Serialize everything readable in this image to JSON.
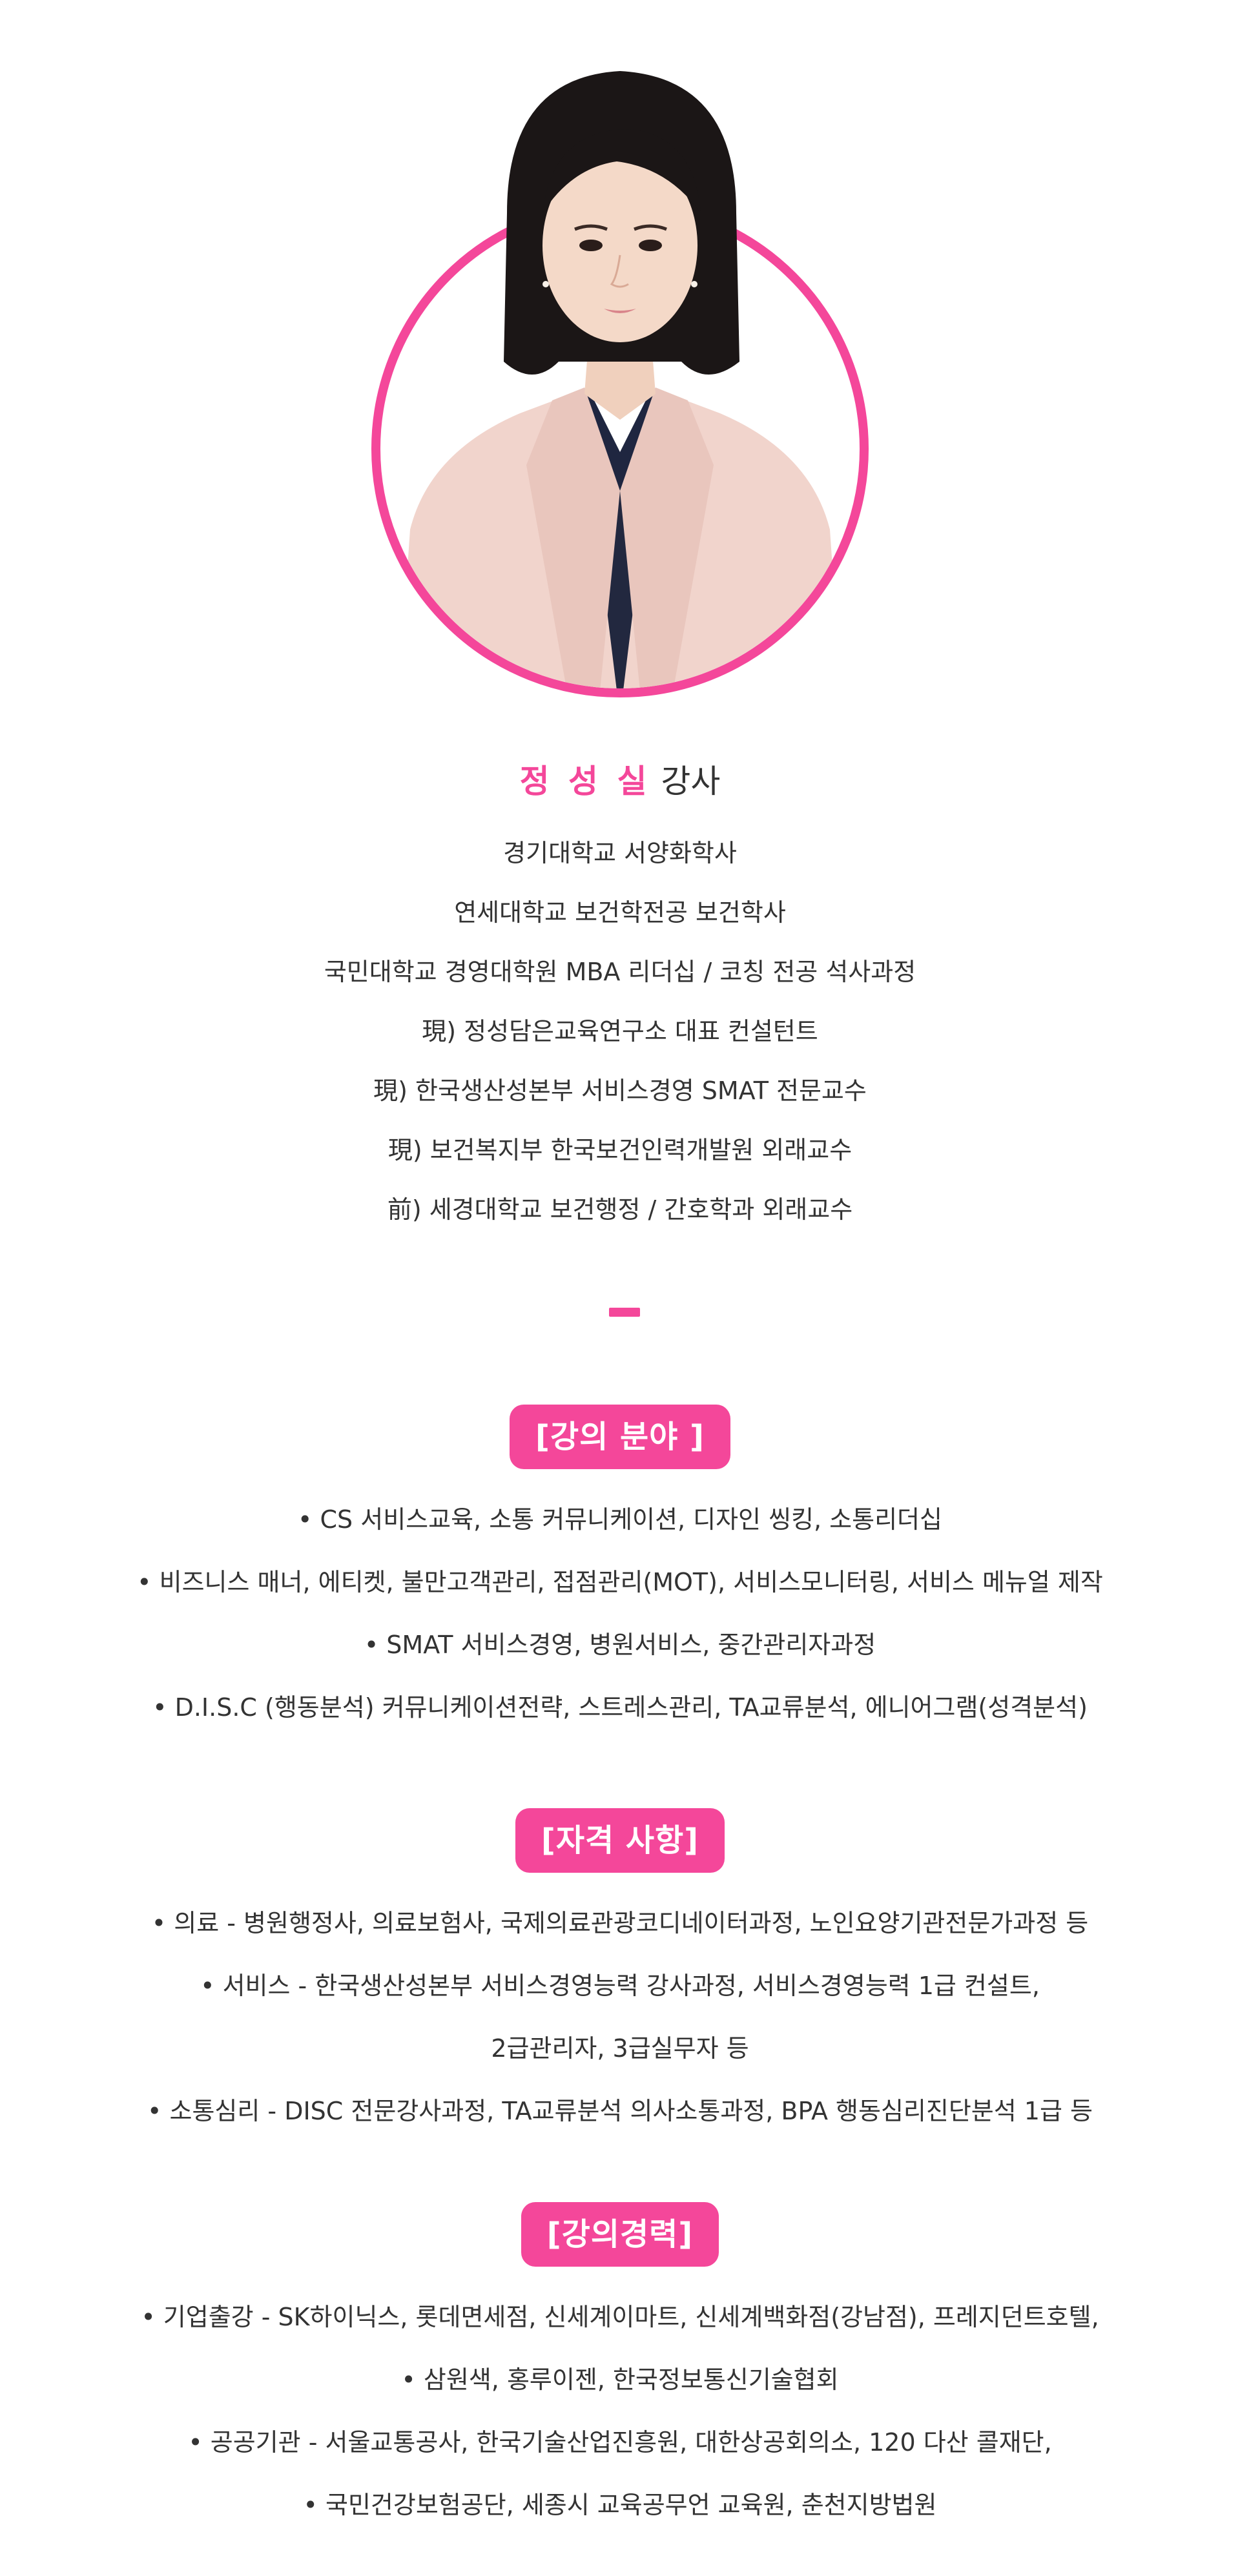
{
  "profile": {
    "name": "정 성 실",
    "title": "강사",
    "bio": [
      "경기대학교 서양화학사",
      "연세대학교 보건학전공 보건학사",
      "국민대학교 경영대학원 MBA 리더십 / 코칭 전공 석사과정",
      "現) 정성담은교육연구소 대표 컨설턴트",
      "現) 한국생산성본부 서비스경영 SMAT 전문교수",
      "現) 보건복지부 한국보건인력개발원 외래교수",
      "前) 세경대학교 보건행정 /  간호학과 외래교수"
    ]
  },
  "colors": {
    "accent": "#f4479a"
  },
  "sections": [
    {
      "heading": "[강의 분야 ]",
      "items": [
        "• CS 서비스교육, 소통 커뮤니케이션, 디자인 씽킹, 소통리더십",
        "• 비즈니스 매너,  에티켓, 불만고객관리, 접점관리(MOT), 서비스모니터링, 서비스 메뉴얼 제작",
        "• SMAT 서비스경영, 병원서비스, 중간관리자과정",
        "• D.I.S.C (행동분석) 커뮤니케이션전략, 스트레스관리, TA교류분석, 에니어그램(성격분석)"
      ]
    },
    {
      "heading": "[자격 사항]",
      "items": [
        "• 의료 - 병원행정사, 의료보험사, 국제의료관광코디네이터과정, 노인요양기관전문가과정 등",
        "• 서비스 - 한국생산성본부 서비스경영능력 강사과정, 서비스경영능력 1급 컨설트,",
        "2급관리자, 3급실무자 등",
        "• 소통심리 - DISC 전문강사과정, TA교류분석 의사소통과정, BPA 행동심리진단분석 1급 등"
      ]
    },
    {
      "heading": "[강의경력]",
      "items": [
        "• 기업출강 - SK하이닉스, 롯데면세점, 신세계이마트, 신세계백화점(강남점), 프레지던트호텔,",
        "• 삼원색, 홍루이젠, 한국정보통신기술협회",
        "• 공공기관 - 서울교통공사, 한국기술산업진흥원, 대한상공회의소, 120 다산 콜재단,",
        "• 국민건강보험공단, 세종시 교육공무언 교육원, 춘천지방법원"
      ]
    }
  ]
}
